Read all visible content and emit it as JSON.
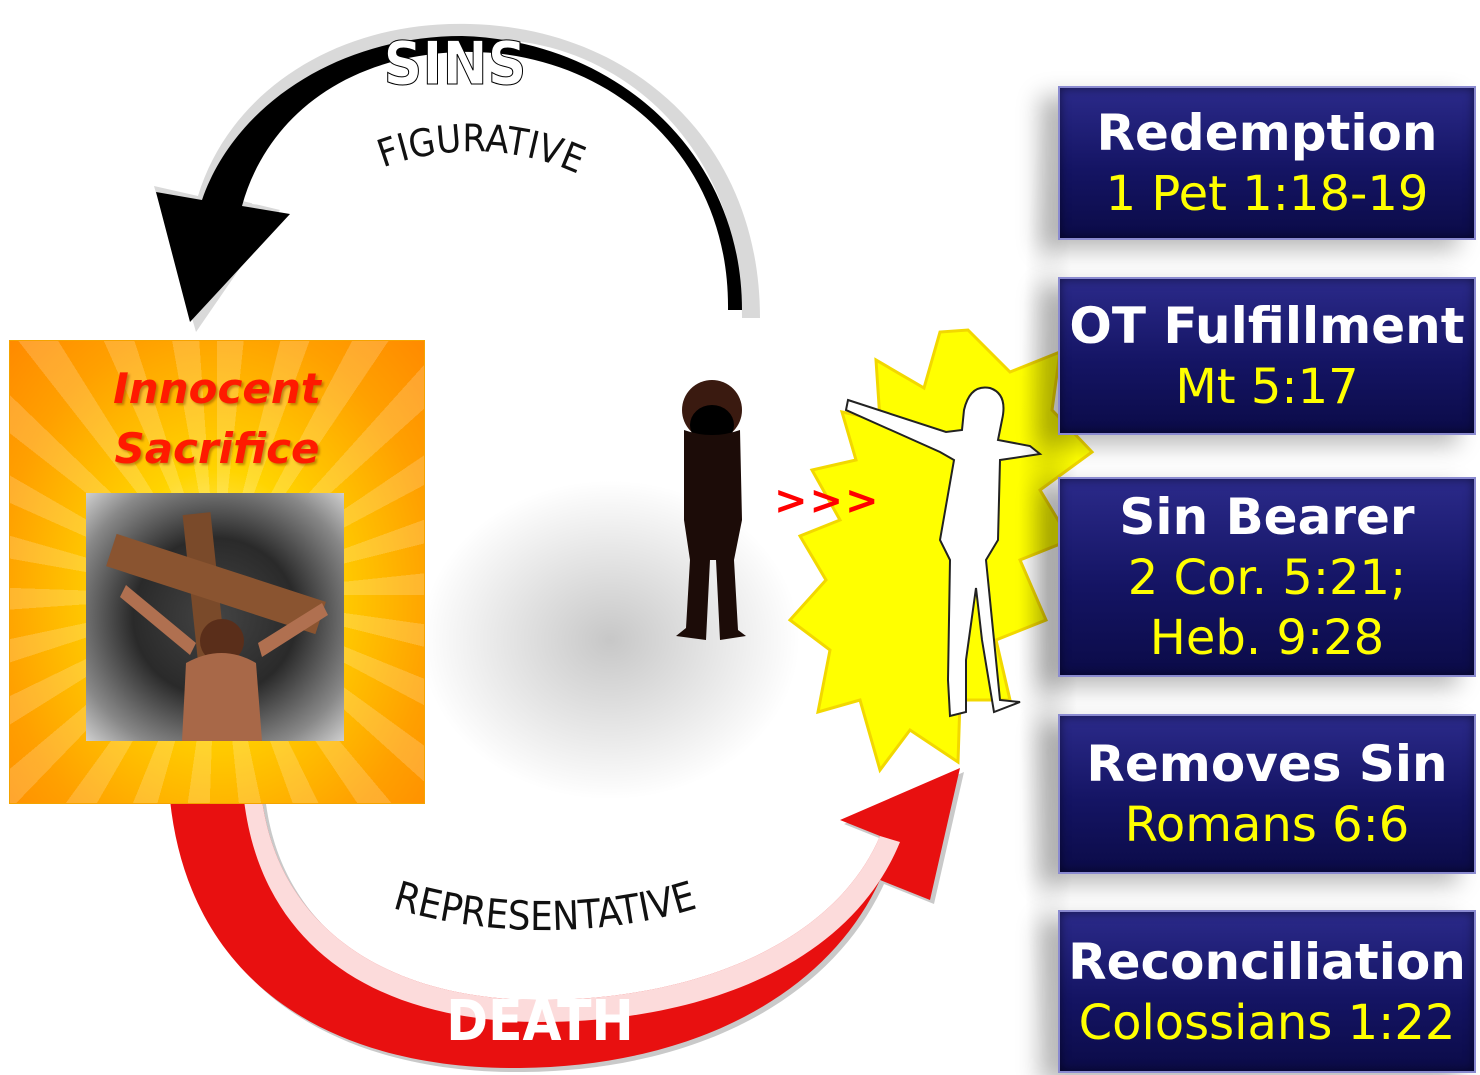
{
  "diagram": {
    "top_arc": {
      "outer_label": "SINS",
      "inner_label": "FIGURATIVE",
      "color": "#000000"
    },
    "bottom_arc": {
      "inner_label": "REPRESENTATIVE",
      "outer_label": "DEATH",
      "color": "#ee1111"
    },
    "sacrifice": {
      "title_line1": "Innocent",
      "title_line2": "Sacrifice"
    },
    "transition_marker": ">>>"
  },
  "cards": [
    {
      "title": "Redemption",
      "refs": [
        "1 Pet 1:18-19"
      ]
    },
    {
      "title": "OT Fulfillment",
      "refs": [
        "Mt 5:17"
      ]
    },
    {
      "title": "Sin Bearer",
      "refs": [
        "2 Cor. 5:21;",
        "Heb. 9:28"
      ]
    },
    {
      "title": "Removes Sin",
      "refs": [
        "Romans 6:6"
      ]
    },
    {
      "title": "Reconciliation",
      "refs": [
        "Colossians 1:22"
      ]
    }
  ],
  "colors": {
    "card_bg": "#141463",
    "card_title": "#ffffff",
    "card_ref": "#ffff00",
    "sacrifice_title": "#ff1a00",
    "burst": "#ffff00",
    "marker": "#ff0000"
  }
}
